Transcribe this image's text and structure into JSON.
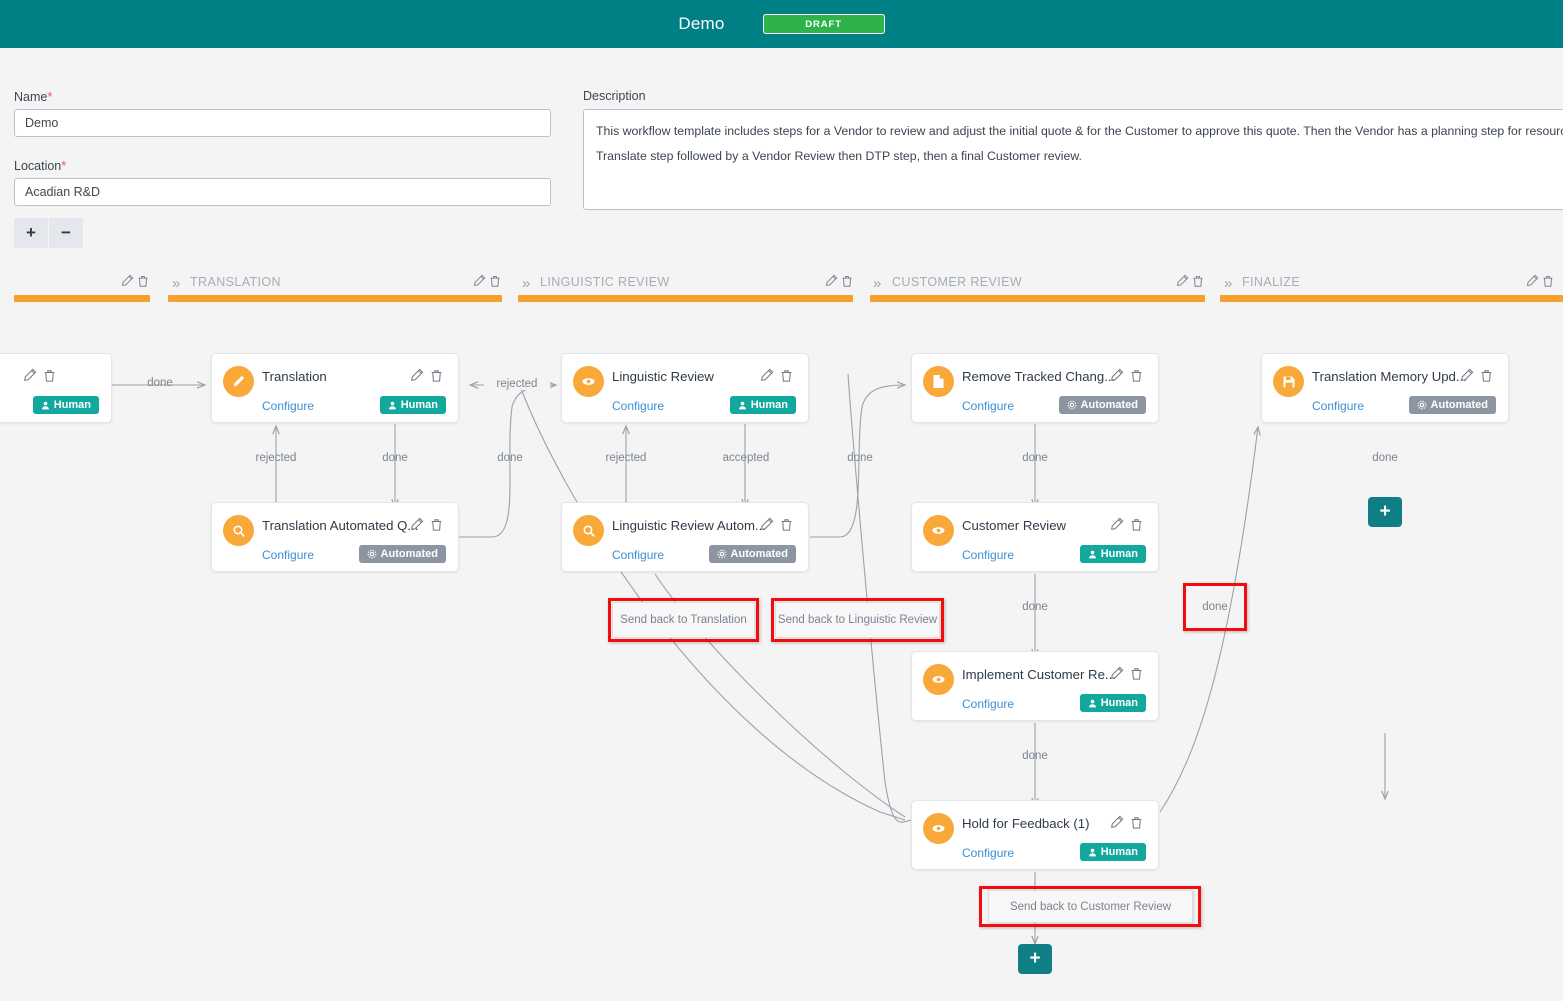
{
  "header": {
    "title": "Demo",
    "status_badge": "DRAFT",
    "bg_color": "#007f84",
    "badge_color": "#2eb34a"
  },
  "form": {
    "name_label": "Name",
    "name_value": "Demo",
    "location_label": "Location",
    "location_value": "Acadian R&D",
    "description_label": "Description",
    "description_value": "This workflow template includes steps for a Vendor to review and adjust the initial quote & for the Customer to approve this quote. Then the Vendor has a planning step for resource allocation and setting due dates. Then a standard Translate step followed by a Vendor Review then DTP step, then a final Customer review.",
    "add_button": "+",
    "remove_button": "−",
    "required_marker": "*"
  },
  "phases": [
    {
      "name": "",
      "edit": "edit-icon",
      "delete": "delete-icon"
    },
    {
      "name": "TRANSLATION",
      "edit": "edit-icon",
      "delete": "delete-icon"
    },
    {
      "name": "LINGUISTIC REVIEW",
      "edit": "edit-icon",
      "delete": "delete-icon"
    },
    {
      "name": "CUSTOMER REVIEW",
      "edit": "edit-icon",
      "delete": "delete-icon"
    },
    {
      "name": "FINALIZE",
      "edit": "edit-icon",
      "delete": "delete-icon"
    }
  ],
  "phase_accent_color": "#f5a12c",
  "nodes": [
    {
      "id": "start",
      "title": "",
      "icon": "none",
      "configure": "",
      "badge": "Human",
      "badge_type": "human"
    },
    {
      "id": "trans",
      "title": "Translation",
      "icon": "pencil",
      "configure": "Configure",
      "badge": "Human",
      "badge_type": "human"
    },
    {
      "id": "transqa",
      "title": "Translation Automated Q...",
      "icon": "search",
      "configure": "Configure",
      "badge": "Automated",
      "badge_type": "auto"
    },
    {
      "id": "ling",
      "title": "Linguistic Review",
      "icon": "eye",
      "configure": "Configure",
      "badge": "Human",
      "badge_type": "human"
    },
    {
      "id": "lingqa",
      "title": "Linguistic Review Autom...",
      "icon": "search",
      "configure": "Configure",
      "badge": "Automated",
      "badge_type": "auto"
    },
    {
      "id": "remove",
      "title": "Remove Tracked Chang...",
      "icon": "document",
      "configure": "Configure",
      "badge": "Automated",
      "badge_type": "auto"
    },
    {
      "id": "custrev",
      "title": "Customer Review",
      "icon": "eye",
      "configure": "Configure",
      "badge": "Human",
      "badge_type": "human"
    },
    {
      "id": "implement",
      "title": "Implement Customer Re...",
      "icon": "eye",
      "configure": "Configure",
      "badge": "Human",
      "badge_type": "human"
    },
    {
      "id": "hold",
      "title": "Hold for Feedback (1)",
      "icon": "eye",
      "configure": "Configure",
      "badge": "Human",
      "badge_type": "human"
    },
    {
      "id": "tmupdate",
      "title": "Translation Memory Upd...",
      "icon": "save",
      "configure": "Configure",
      "badge": "Automated",
      "badge_type": "auto"
    }
  ],
  "edge_labels": {
    "start_to_trans": "done",
    "transqa_rejected": "rejected",
    "trans_done": "done",
    "ling_rejected_left": "rejected",
    "lingqa_done": "done",
    "lingqa_rejected": "rejected",
    "ling_accepted": "accepted",
    "ling_to_remove_done": "done",
    "remove_done": "done",
    "custrev_done": "done",
    "implement_done": "done",
    "hold_done": "done",
    "tm_done": "done"
  },
  "highlighted_chips": [
    {
      "label": "Send back to Translation"
    },
    {
      "label": "Send back to Linguistic Review"
    },
    {
      "label": "done"
    },
    {
      "label": "Send back to Customer Review"
    }
  ],
  "add_step_buttons": [
    {
      "label": "+"
    },
    {
      "label": "+"
    }
  ],
  "colors": {
    "teal": "#007f84",
    "orange_node": "#f9a93a",
    "orange_bar": "#f5a12c",
    "human_badge": "#13a89e",
    "automated_badge": "#8d95a3",
    "highlight_red": "#f20d0d",
    "link_blue": "#3b8fd4"
  }
}
